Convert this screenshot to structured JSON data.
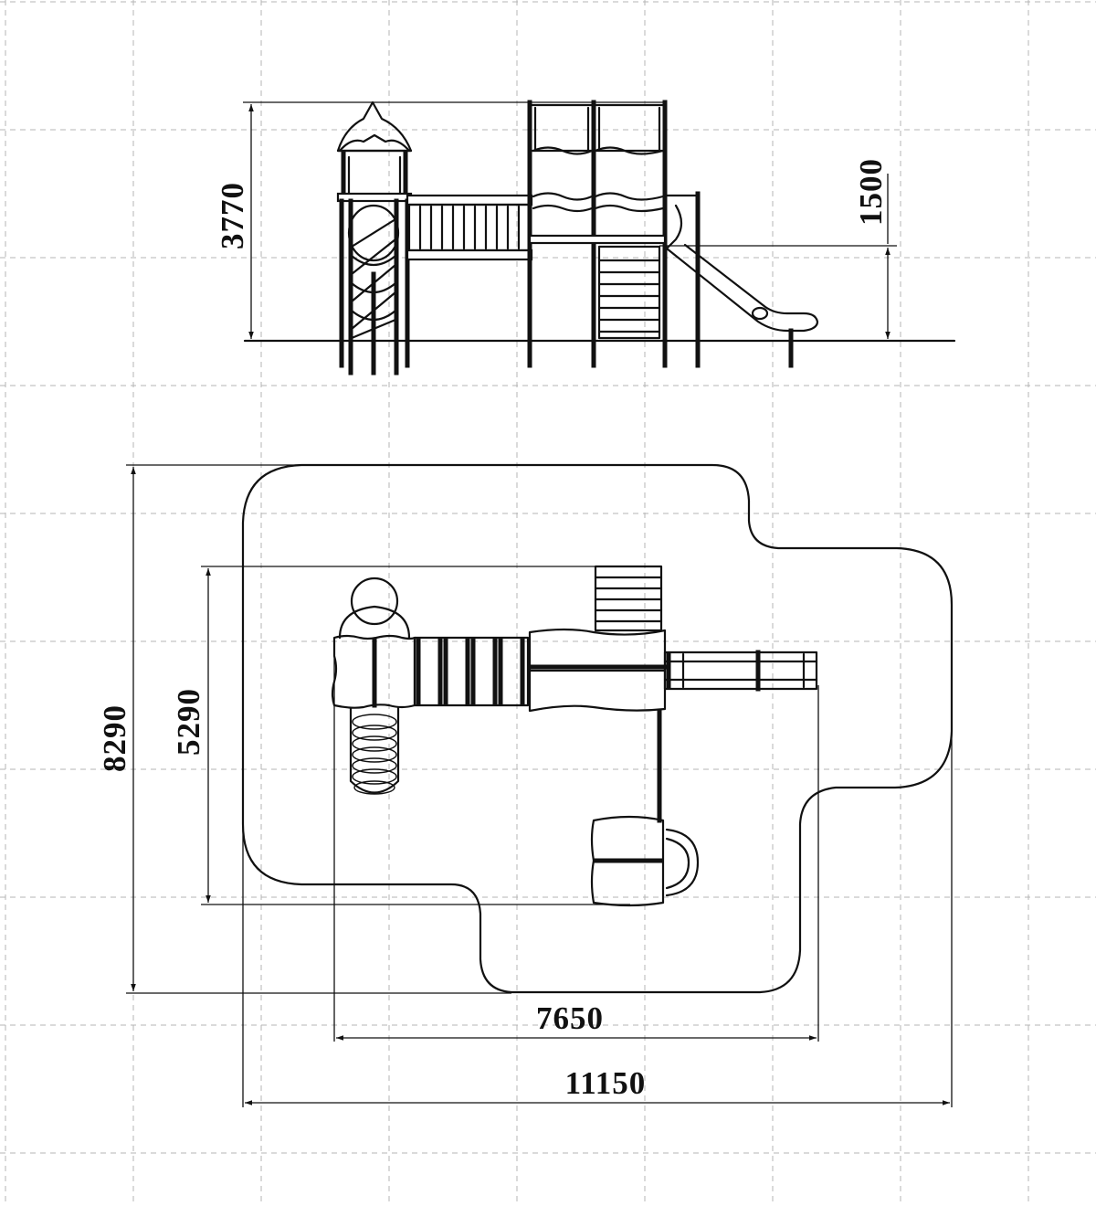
{
  "drawing": {
    "side_view": {
      "total_height_label": "3770",
      "platform_height_label": "1500"
    },
    "plan_view": {
      "safety_zone_depth_label": "8290",
      "equipment_depth_label": "5290",
      "equipment_width_label": "7650",
      "safety_zone_width_label": "11150"
    }
  },
  "colors": {
    "line": "#111111",
    "grid": "#b4b4b4",
    "background": "#ffffff"
  }
}
